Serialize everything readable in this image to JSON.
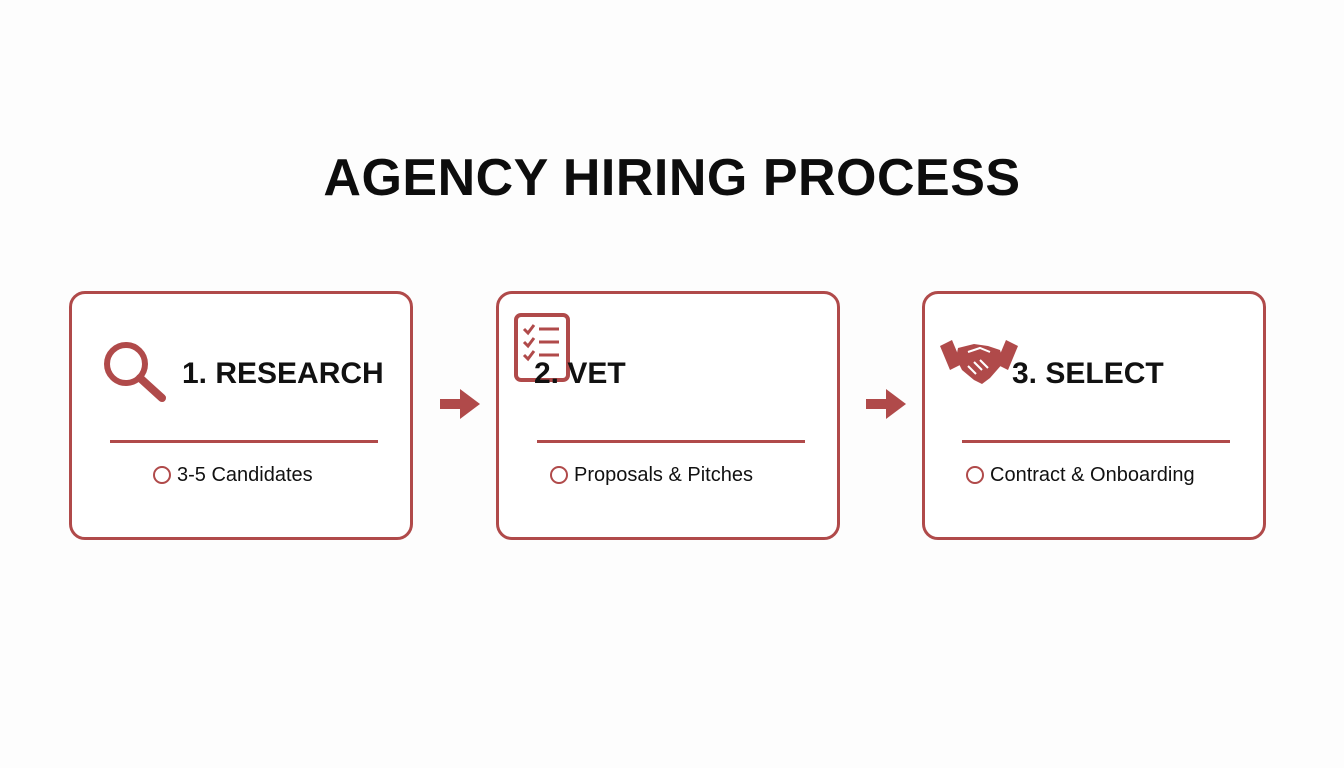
{
  "title": "AGENCY HIRING PROCESS",
  "accent_color": "#b04a4a",
  "steps": [
    {
      "icon": "magnifying-glass-icon",
      "heading": "1. RESEARCH",
      "bullet": "3-5 Candidates"
    },
    {
      "icon": "checklist-icon",
      "heading": "2. VET",
      "bullet": "Proposals & Pitches"
    },
    {
      "icon": "handshake-icon",
      "heading": "3. SELECT",
      "bullet": "Contract & Onboarding"
    }
  ],
  "connectors": [
    {
      "icon": "arrow-right-icon"
    },
    {
      "icon": "arrow-right-icon"
    }
  ]
}
